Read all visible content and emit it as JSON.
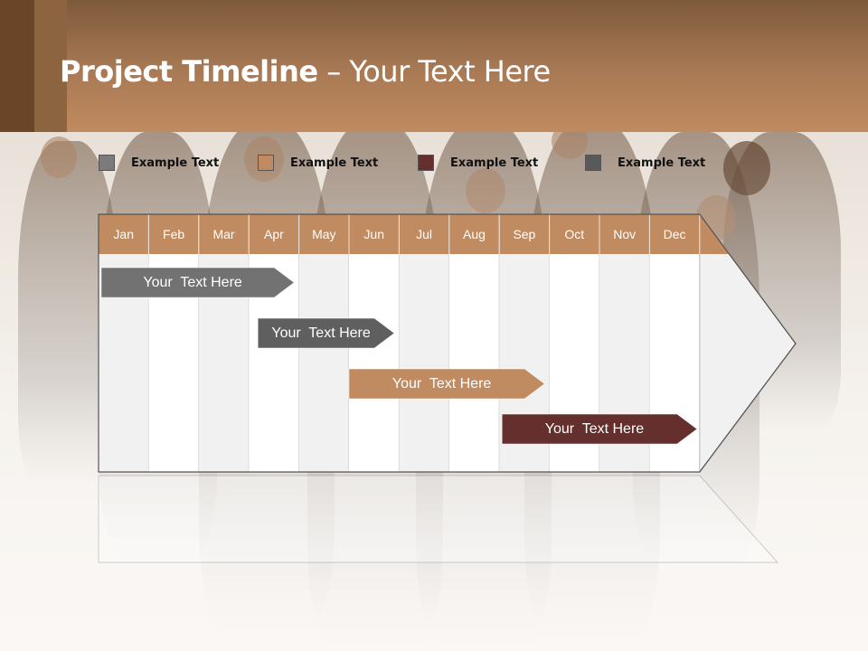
{
  "slide": {
    "title_bold": "Project Timeline",
    "title_rest": " – Your Text Here"
  },
  "legend": [
    {
      "label": "Example Text",
      "color": "#7b7b7b"
    },
    {
      "label": "Example Text",
      "color": "#c08b60"
    },
    {
      "label": "Example Text",
      "color": "#642f2c"
    },
    {
      "label": "Example Text",
      "color": "#595959"
    }
  ],
  "timeline": {
    "months": [
      "Jan",
      "Feb",
      "Mar",
      "Apr",
      "May",
      "Jun",
      "Jul",
      "Aug",
      "Sep",
      "Oct",
      "Nov",
      "Dec"
    ],
    "header_color": "#c08b60",
    "tasks": [
      {
        "label": "Your  Text Here",
        "color": "#727272",
        "start_month": "Jan",
        "end_month": "Apr"
      },
      {
        "label": "Your  Text Here",
        "color": "#5f5f5f",
        "start_month": "Apr",
        "end_month": "Jun"
      },
      {
        "label": "Your  Text Here",
        "color": "#c08b60",
        "start_month": "Jun",
        "end_month": "Sep"
      },
      {
        "label": "Your  Text Here",
        "color": "#642f2c",
        "start_month": "Sep",
        "end_month": "Dec"
      }
    ]
  }
}
